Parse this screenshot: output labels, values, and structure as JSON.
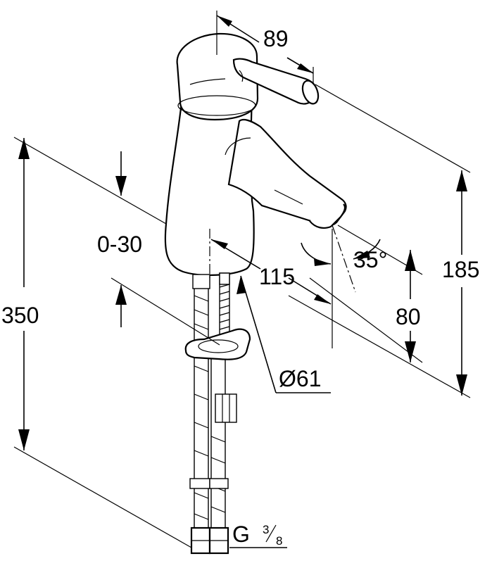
{
  "dimensions": {
    "top_reach": "89",
    "height_total": "185",
    "spout_reach": "115",
    "spout_height": "80",
    "spout_angle": "35°",
    "overall_length": "350",
    "adjust_range": "0-30",
    "base_diameter": "Ø61",
    "connection_thread": "G",
    "thread_num": "3",
    "thread_den": "8"
  }
}
